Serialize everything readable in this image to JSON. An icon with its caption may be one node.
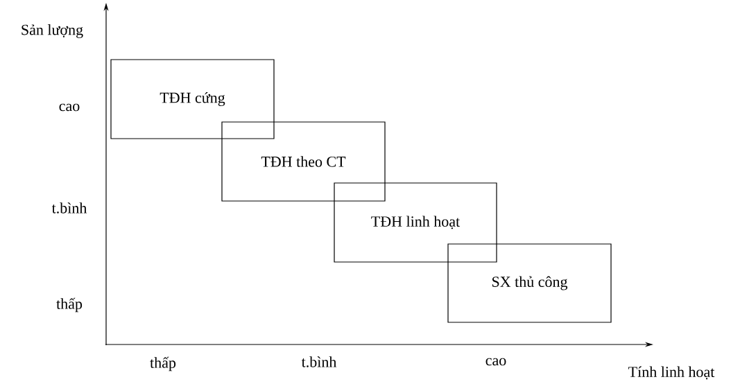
{
  "diagram": {
    "nodes": [
      {
        "text": [
          "TĐH cứng"
        ]
      },
      {
        "text": [
          "TĐH theo CT"
        ]
      },
      {
        "text": [
          "TĐH linh hoạt"
        ]
      },
      {
        "text": [
          "SX thủ công"
        ]
      }
    ],
    "edges": [],
    "labels": [
      "Sản lượng",
      "cao",
      "t.bình",
      "thấp",
      "thấp",
      "t.bình",
      "cao",
      "Tính linh hoạt"
    ]
  }
}
